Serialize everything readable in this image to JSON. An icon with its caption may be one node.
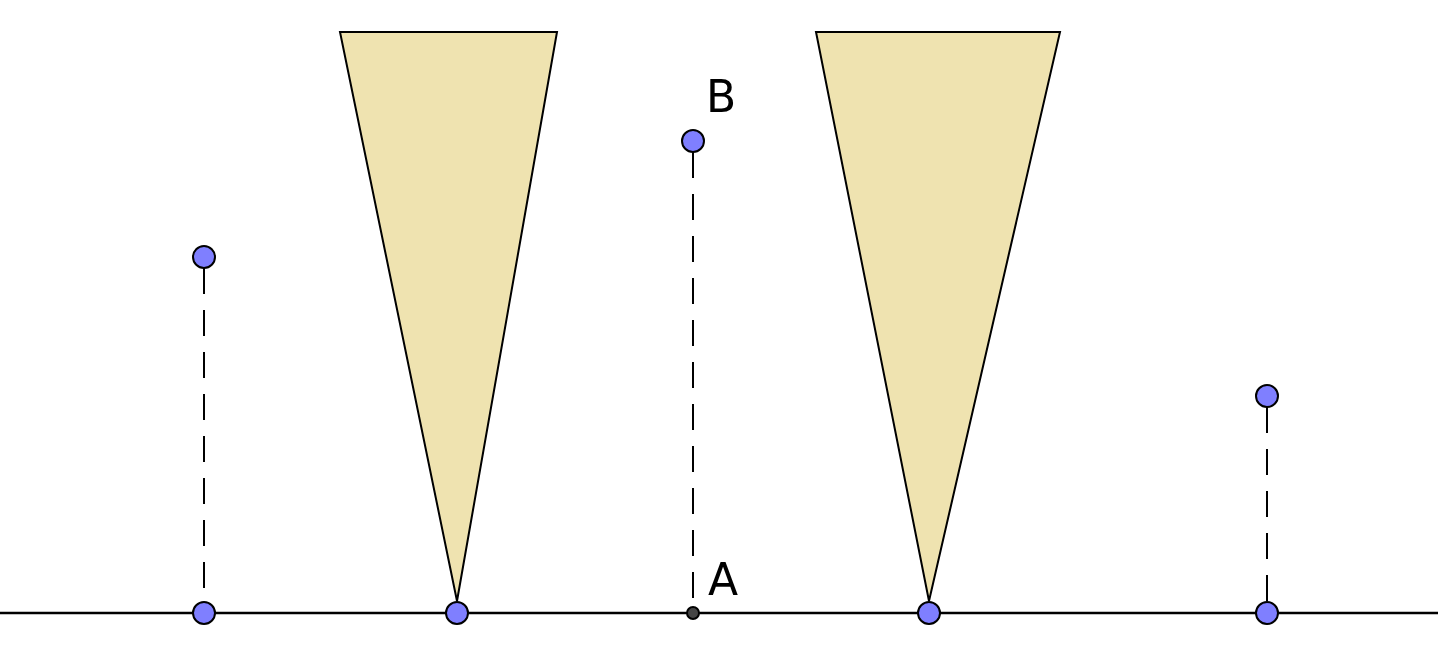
{
  "diagram": {
    "nodes": [
      {
        "text": [
          "B"
        ]
      },
      {
        "text": [],
        "shape": "circle"
      },
      {
        "text": [],
        "shape": "circle"
      },
      {
        "text": [
          "A"
        ]
      },
      {
        "text": [],
        "shape": "circle"
      },
      {
        "text": [],
        "shape": "circle"
      },
      {
        "text": [],
        "shape": "circle"
      },
      {
        "text": [],
        "shape": "circle"
      },
      {
        "text": [],
        "shape": "triangle"
      },
      {
        "text": [],
        "shape": "triangle"
      }
    ],
    "edges": [
      {
        "from": 1,
        "to": 4,
        "arrow": "none",
        "style": "dashed"
      },
      {
        "from": 0,
        "to": 3,
        "arrow": "none",
        "style": "dashed"
      },
      {
        "from": 2,
        "to": 7,
        "arrow": "none",
        "style": "dashed"
      }
    ]
  }
}
